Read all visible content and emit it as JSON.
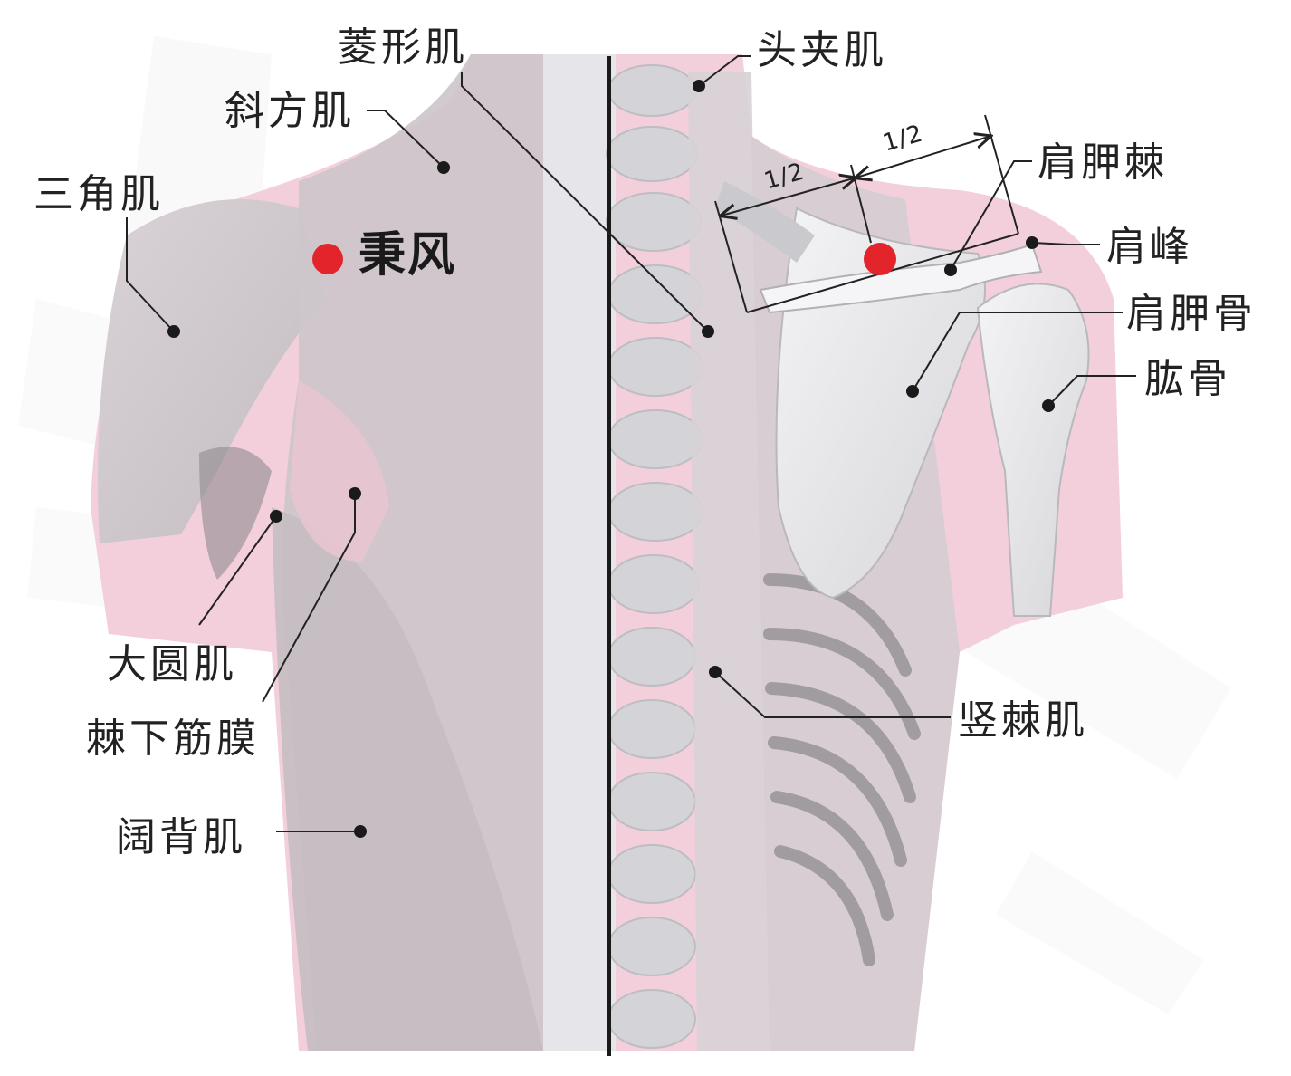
{
  "acupoint": {
    "name": "秉风",
    "color": "#e3242b"
  },
  "fractions": {
    "left": "1/2",
    "right": "1/2"
  },
  "labels": {
    "rhomboid": "菱形肌",
    "trapezius": "斜方肌",
    "deltoid": "三角肌",
    "teres_major": "大圆肌",
    "infraspinous_fascia": "棘下筋膜",
    "latissimus": "阔背肌",
    "splenius": "头夹肌",
    "scapular_spine": "肩胛棘",
    "acromion": "肩峰",
    "scapula": "肩胛骨",
    "humerus": "肱骨",
    "erector_spinae": "竖棘肌"
  },
  "colors": {
    "muscle": "#cfc8cc",
    "bone": "#e9e9ec",
    "pink": "#f2c9d6",
    "line": "#222222"
  }
}
